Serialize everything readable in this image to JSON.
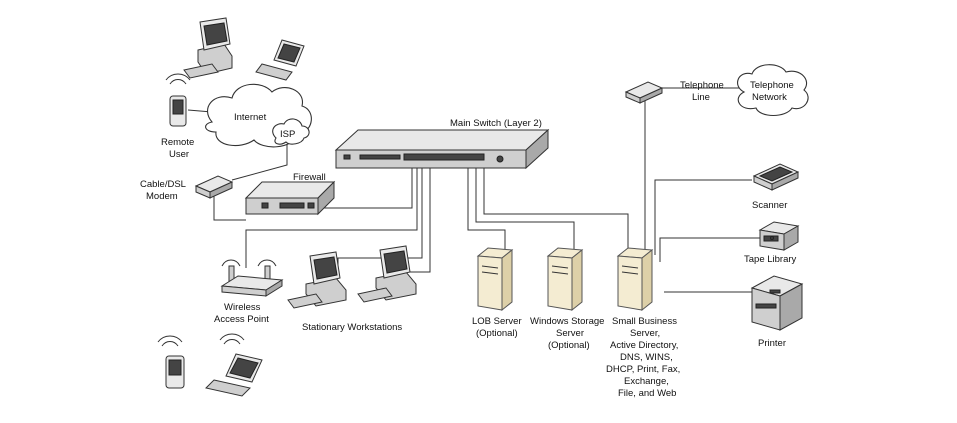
{
  "labels": {
    "internet": "Internet",
    "isp": "ISP",
    "remote_user": [
      "Remote",
      "User"
    ],
    "cable_modem": [
      "Cable/DSL",
      "Modem"
    ],
    "firewall": "Firewall",
    "main_switch": "Main Switch (Layer 2)",
    "telephone_line": [
      "Telephone",
      "Line"
    ],
    "telephone_network": [
      "Telephone",
      "Network"
    ],
    "scanner": "Scanner",
    "tape_library": "Tape Library",
    "printer": "Printer",
    "wireless_ap": [
      "Wireless",
      "Access Point"
    ],
    "stationary_workstations": "Stationary Workstations",
    "lob_server": [
      "LOB Server",
      "(Optional)"
    ],
    "windows_storage_server": [
      "Windows Storage",
      "Server",
      "(Optional)"
    ],
    "sbs_server": [
      "Small Business",
      "Server,",
      "Active Directory,",
      "DNS, WINS,",
      "DHCP, Print, Fax,",
      "Exchange,",
      "File, and Web"
    ]
  }
}
